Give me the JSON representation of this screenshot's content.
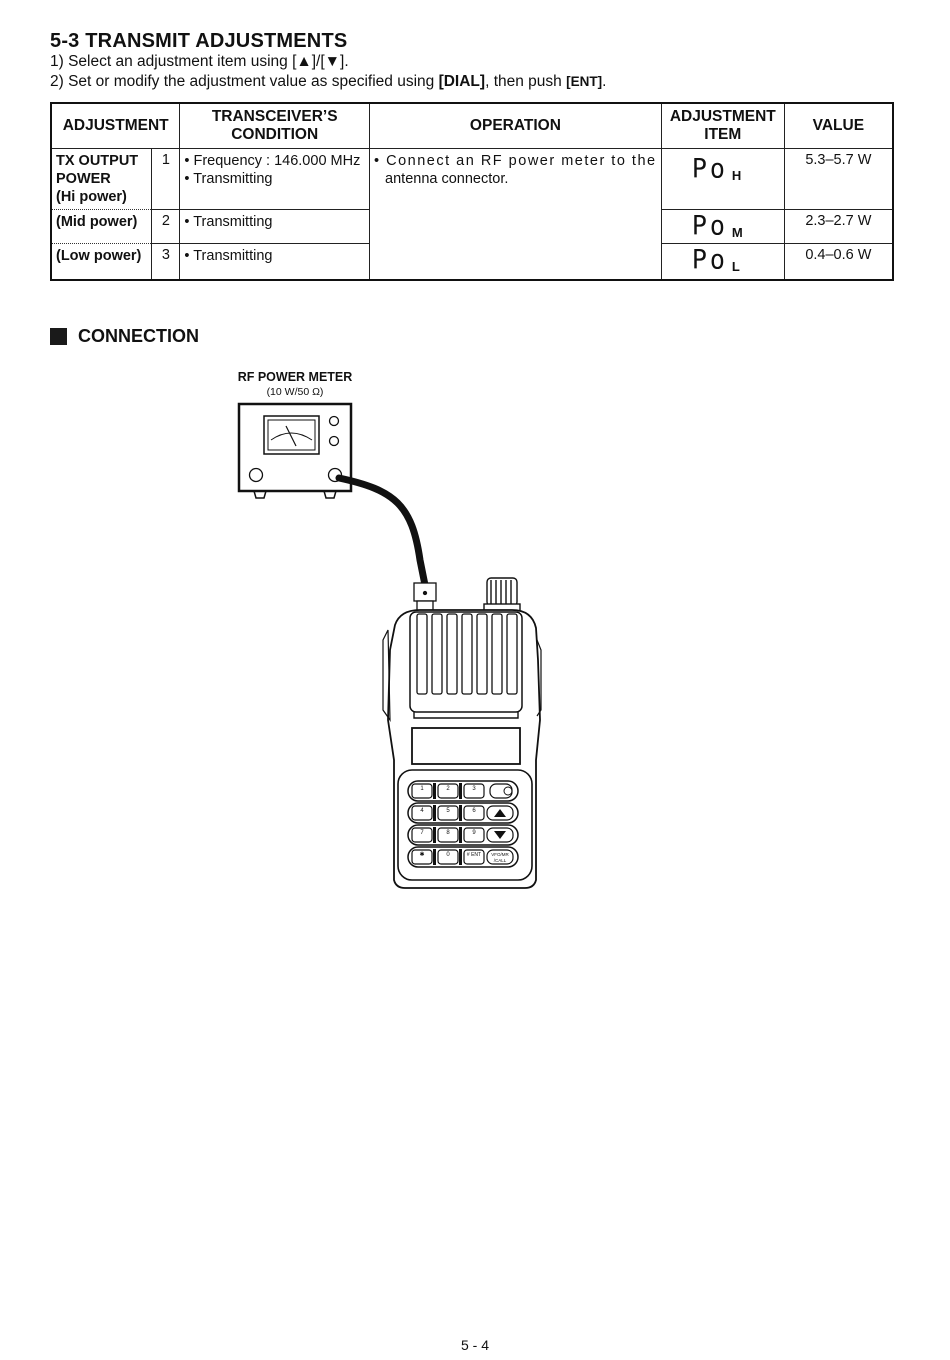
{
  "heading": "5-3 TRANSMIT ADJUSTMENTS",
  "steps": {
    "s1_pre": "1) Select an adjustment item using [",
    "s1_up": "▲",
    "s1_mid": "]/[",
    "s1_down": "▼",
    "s1_post": "].",
    "s2_pre": "2) Set or modify the adjustment value as specified using ",
    "s2_dial": "[DIAL]",
    "s2_mid": ", then push ",
    "s2_ent": "[ENT]",
    "s2_post": "."
  },
  "table": {
    "headers": {
      "adjustment": "ADJUSTMENT",
      "condition_l1": "TRANSCEIVER’S",
      "condition_l2": "CONDITION",
      "operation": "OPERATION",
      "item_l1": "ADJUSTMENT",
      "item_l2": "ITEM",
      "value": "VALUE"
    },
    "rows": [
      {
        "name_l1": "TX OUTPUT",
        "name_l2": "POWER",
        "name_l3": "(Hi power)",
        "num": "1",
        "cond_l1": "• Frequency : 146.000 MHz",
        "cond_l2": "• Transmitting",
        "lcd": "Po",
        "suffix": "H",
        "value": "5.3–5.7 W"
      },
      {
        "name_l1": "(Mid power)",
        "num": "2",
        "cond_l1": "• Transmitting",
        "lcd": "Po",
        "suffix": "M",
        "value": "2.3–2.7 W"
      },
      {
        "name_l1": "(Low power)",
        "num": "3",
        "cond_l1": "• Transmitting",
        "lcd": "Po",
        "suffix": "L",
        "value": "0.4–0.6 W"
      }
    ],
    "operation_l1": "• Connect an RF power meter to the",
    "operation_l2": "antenna connector."
  },
  "connection": {
    "title": "CONNECTION",
    "meter_label": "RF POWER METER",
    "meter_spec": "(10 W/50 Ω)"
  },
  "keypad": {
    "row1": [
      "1",
      "2",
      "3"
    ],
    "row2": [
      "4",
      "5",
      "6"
    ],
    "row3": [
      "7",
      "8",
      "9"
    ],
    "row4": [
      "✱",
      "0",
      "# ENT"
    ],
    "vfo_l1": "VFO/MR",
    "vfo_l2": "/CALL"
  },
  "page_number": "5 - 4"
}
